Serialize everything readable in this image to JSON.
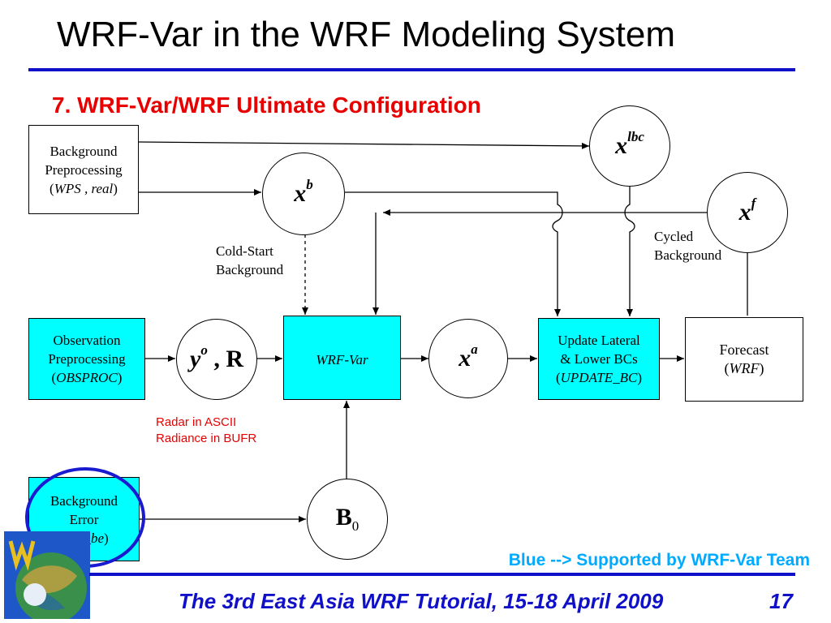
{
  "slide": {
    "title": "WRF-Var in the WRF Modeling System",
    "subtitle": "7. WRF-Var/WRF Ultimate Configuration",
    "note": "Blue --> Supported by WRF-Var Team",
    "footer": "The 3rd East Asia WRF Tutorial, 15-18 April 2009",
    "page_number": "17"
  },
  "boxes": {
    "bg_pre": {
      "line1": "Background",
      "line2": "Preprocessing",
      "line3a": "(",
      "line3b": "WPS , real",
      "line3c": ")"
    },
    "obs_pre": {
      "line1": "Observation",
      "line2": "Preprocessing",
      "line3a": "(",
      "line3b": "OBSPROC",
      "line3c": ")"
    },
    "bg_err": {
      "line1": "Background",
      "line2": "Error",
      "line3a": "(",
      "line3b": "gen_be",
      "line3c": ")"
    },
    "wrfvar": {
      "label": "WRF-Var"
    },
    "update": {
      "line1": "Update Lateral",
      "line2": "& Lower BCs",
      "line3a": "(",
      "line3b": "UPDATE_BC",
      "line3c": ")"
    },
    "forecast": {
      "line1": "Forecast",
      "line2a": "(",
      "line2b": "WRF",
      "line2c": ")"
    }
  },
  "circles": {
    "xlbc": {
      "base": "x",
      "sup": "lbc"
    },
    "xb": {
      "base": "x",
      "sup": "b"
    },
    "xf": {
      "base": "x",
      "sup": "f"
    },
    "yo": {
      "base": "y",
      "sup": "o",
      "rest": " , R"
    },
    "xa": {
      "base": "x",
      "sup": "a"
    },
    "b0": {
      "base": "B",
      "sub": "0"
    }
  },
  "labels": {
    "cold_start": {
      "line1": "Cold-Start",
      "line2": "Background"
    },
    "cycled": {
      "line1": "Cycled",
      "line2": "Background"
    },
    "radar": "Radar in ASCII",
    "radiance": "Radiance in BUFR"
  },
  "colors": {
    "accent_blue": "#1010c8",
    "box_cyan": "#00ffff",
    "subtitle_red": "#e80000",
    "note_blue": "#00aaff",
    "highlight_circle": "#1a1ad0"
  }
}
